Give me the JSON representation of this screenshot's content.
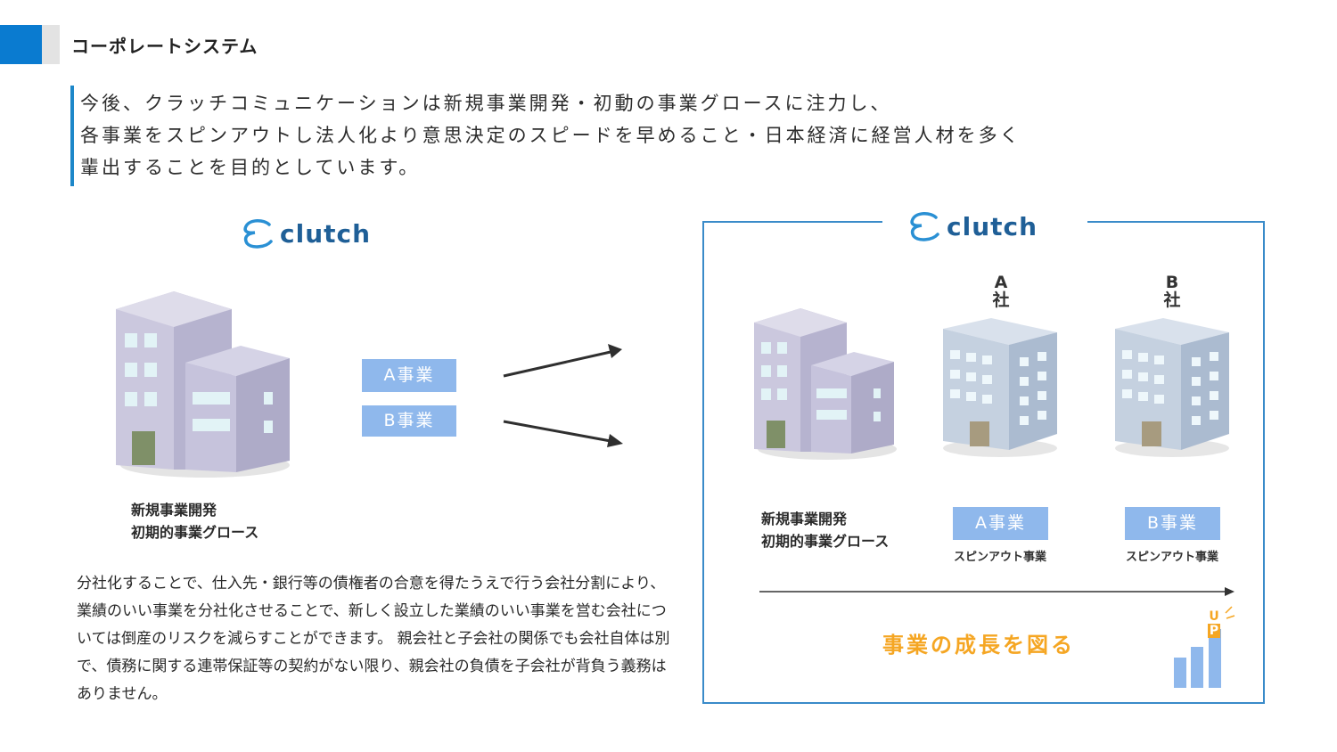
{
  "header": {
    "title": "コーポレートシステム"
  },
  "intro": {
    "lines": [
      "今後、クラッチコミュニケーションは新規事業開発・初動の事業グロースに注力し、",
      "各事業をスピンアウトし法人化より意思決定のスピードを早めること・日本経済に経営人材を多く",
      "輩出することを目的としています。"
    ]
  },
  "left": {
    "logo_text": "clutch",
    "business_a": "A事業",
    "business_b": "B事業",
    "caption_line1": "新規事業開発",
    "caption_line2": "初期的事業グロース",
    "description": "分社化することで、仕入先・銀行等の債権者の合意を得たうえで行う会社分割により、業績のいい事業を分社化させることで、新しく設立した業績のいい事業を営む会社については倒産のリスクを減らすことができます。 親会社と子会社の関係でも会社自体は別で、債務に関する連帯保証等の契約がない限り、親会社の負債を子会社が背負う義務はありません。"
  },
  "right": {
    "logo_text": "clutch",
    "company_a_letter": "A",
    "company_a_suffix": "社",
    "company_b_letter": "B",
    "company_b_suffix": "社",
    "caption_line1": "新規事業開発",
    "caption_line2": "初期的事業グロース",
    "business_a": "A事業",
    "business_b": "B事業",
    "spinout_a": "スピンアウト事業",
    "spinout_b": "スピンアウト事業",
    "growth_text": "事業の成長を図る",
    "up_u": "U",
    "up_p": "P"
  },
  "colors": {
    "accent_blue": "#0a7bd0",
    "frame_blue": "#3a8bc9",
    "business_box": "#8fb8ec",
    "growth_orange": "#f5a623",
    "logo_blue": "#1f5f97"
  }
}
